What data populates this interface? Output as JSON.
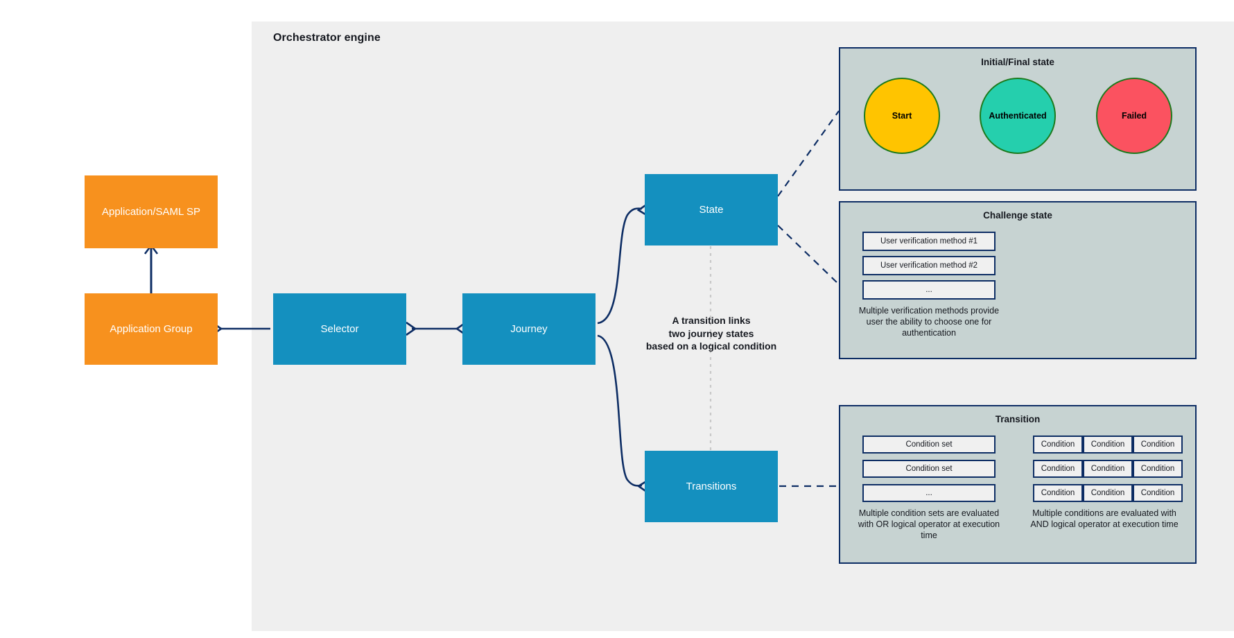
{
  "engine": {
    "title": "Orchestrator engine"
  },
  "nodes": {
    "application_saml_sp": "Application/SAML SP",
    "application_group": "Application Group",
    "selector": "Selector",
    "journey": "Journey",
    "state": "State",
    "transitions": "Transitions"
  },
  "center_note": {
    "line1": "A transition links",
    "line2": "two journey states",
    "line3": "based on a logical condition"
  },
  "initial_final_state": {
    "title": "Initial/Final state",
    "circles": [
      {
        "label": "Start",
        "fill": "#ffc400",
        "stroke": "#1d7a1d"
      },
      {
        "label": "Authenticated",
        "fill": "#25cfad",
        "stroke": "#1d7a1d"
      },
      {
        "label": "Failed",
        "fill": "#fb5260",
        "stroke": "#1d7a1d"
      }
    ]
  },
  "challenge_state": {
    "title": "Challenge state",
    "methods": [
      "User verification method #1",
      "User verification method #2",
      "..."
    ],
    "note": "Multiple verification methods provide user the ability to choose one for authentication"
  },
  "transition_panel": {
    "title": "Transition",
    "condition_sets": [
      "Condition set",
      "Condition set",
      "..."
    ],
    "condition_sets_note": "Multiple condition sets are evaluated with OR logical operator at execution time",
    "conditions_grid": [
      [
        "Condition",
        "Condition",
        "Condition"
      ],
      [
        "Condition",
        "Condition",
        "Condition"
      ],
      [
        "Condition",
        "Condition",
        "Condition"
      ]
    ],
    "conditions_note": "Multiple conditions are evaluated with AND logical operator at execution time"
  },
  "colors": {
    "orange": "#f7911e",
    "blue": "#1490bf",
    "panel_gray": "#efefef",
    "subpanel_gray": "#c7d3d2",
    "navy": "#0d2d64",
    "chip_fill": "#f0f0f0"
  }
}
